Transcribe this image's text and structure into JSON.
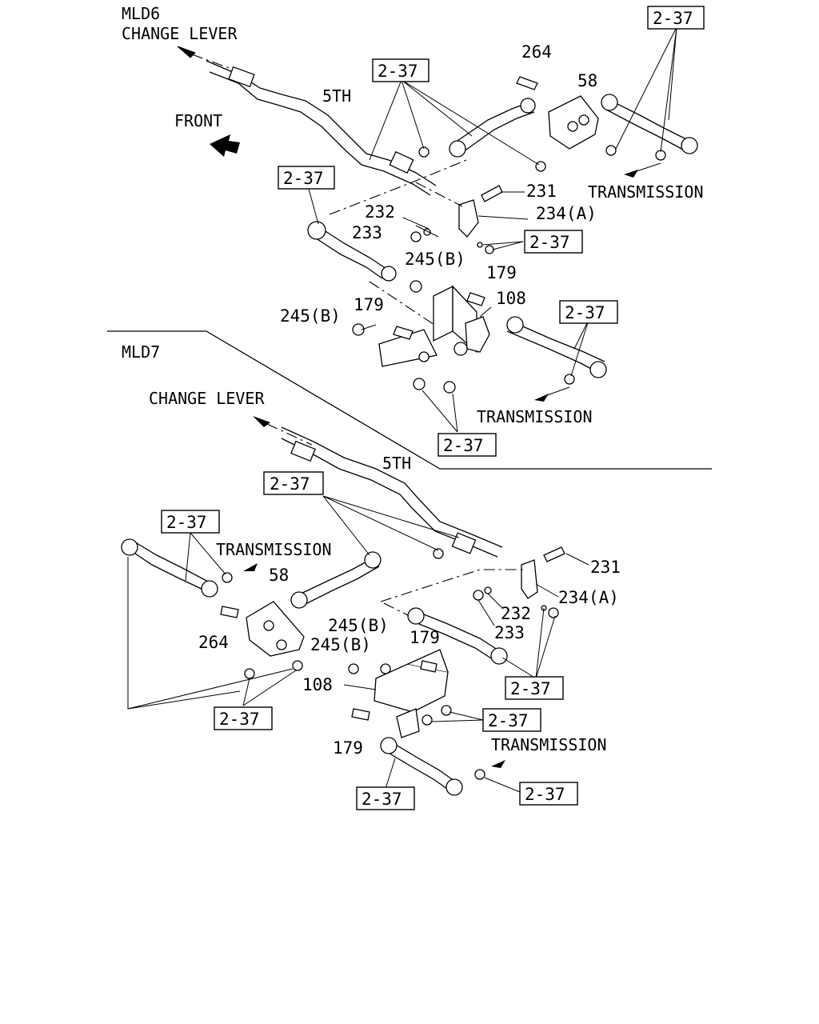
{
  "sections": [
    {
      "id": "MLD6",
      "model_label": "MLD6",
      "change_lever_label": "CHANGE LEVER",
      "gear_label": "5TH",
      "front_label": "FRONT",
      "transmission_labels": [
        "TRANSMISSION",
        "TRANSMISSION"
      ],
      "part_numbers": [
        "264",
        "58",
        "231",
        "232",
        "233",
        "234(A)",
        "245(B)",
        "179",
        "108",
        "179",
        "245(B)"
      ],
      "ref_boxes": [
        "2-37",
        "2-37",
        "2-37",
        "2-37",
        "2-37",
        "2-37"
      ]
    },
    {
      "id": "MLD7",
      "model_label": "MLD7",
      "change_lever_label": "CHANGE LEVER",
      "gear_label": "5TH",
      "transmission_labels": [
        "TRANSMISSION",
        "TRANSMISSION"
      ],
      "part_numbers": [
        "58",
        "264",
        "231",
        "234(A)",
        "232",
        "233",
        "245(B)",
        "179",
        "245(B)",
        "108",
        "179"
      ],
      "ref_boxes": [
        "2-37",
        "2-37",
        "2-37",
        "2-37",
        "2-37",
        "2-37"
      ]
    }
  ]
}
